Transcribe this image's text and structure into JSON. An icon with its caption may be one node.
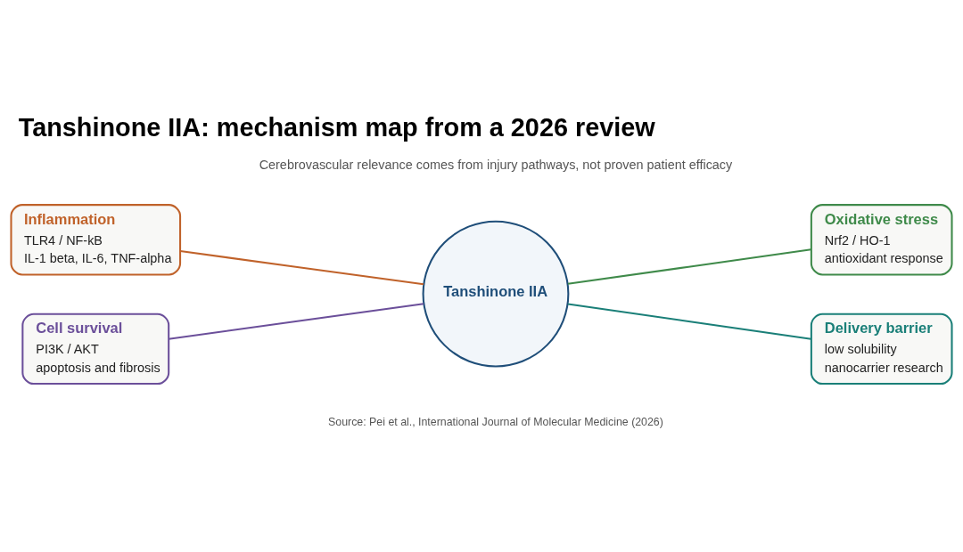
{
  "diagram": {
    "title": "Tanshinone IIA: mechanism map from a 2026 review",
    "nodes": [
      {
        "text": [
          "Inflammation",
          "TLR4 / NF-kB",
          "IL-1 beta, IL-6, TNF-alpha"
        ]
      },
      {
        "text": [
          "Tanshinone IIA"
        ]
      },
      {
        "text": [
          "Oxidative stress",
          "Nrf2 / HO-1",
          "antioxidant response"
        ]
      },
      {
        "text": [
          "Cell survival",
          "PI3K / AKT",
          "apoptosis and fibrosis"
        ]
      },
      {
        "text": [
          "Delivery barrier",
          "low solubility",
          "nanocarrier research"
        ]
      }
    ],
    "edges": [
      {
        "from": 0,
        "to": 1,
        "arrow": "none",
        "color": "#c0622a"
      },
      {
        "from": 1,
        "to": 2,
        "arrow": "none",
        "color": "#3f8a4a"
      },
      {
        "from": 3,
        "to": 1,
        "arrow": "none",
        "color": "#6b4f9a"
      },
      {
        "from": 1,
        "to": 4,
        "arrow": "none",
        "color": "#1a7f78"
      }
    ],
    "labels": [
      "Cerebrovascular relevance comes from injury pathways, not proven patient efficacy",
      "Source: Pei et al., International Journal of Molecular Medicine (2026)"
    ]
  }
}
